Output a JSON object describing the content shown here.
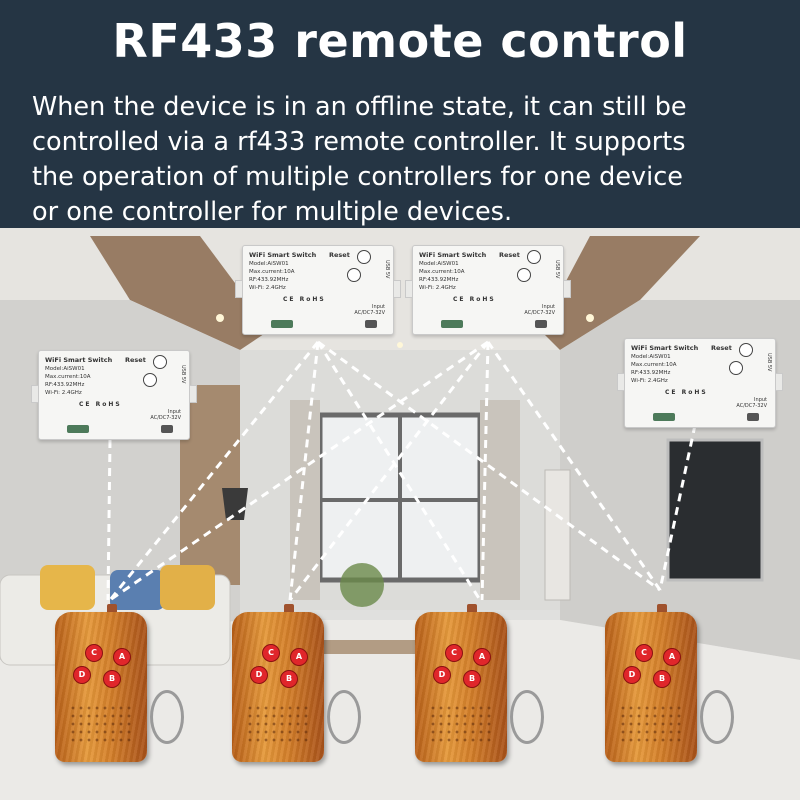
{
  "header": {
    "title": "RF433 remote control",
    "lines": [
      "When the device is in an offline state, it can still be",
      "controlled via a rf433 remote controller. It supports",
      "the operation of multiple controllers for one device",
      "or one controller for multiple devices."
    ]
  },
  "switch_label": {
    "header": "WiFi Smart Switch",
    "reset": "Reset",
    "model": "Model:AiSW01",
    "current": "Max.current:10A",
    "rf": "RF:433.92MHz",
    "wifi": "Wi-Fi: 2.4GHz",
    "usb": "USB 5V",
    "marks": "CE RoHS",
    "input_label": "Input",
    "input_value": "AC/DC7-32V"
  },
  "remote_buttons": {
    "c": "C",
    "a": "A",
    "d": "D",
    "b": "B"
  },
  "colors": {
    "header_bg": "#253544",
    "header_text": "#ffffff",
    "remote_wood": "#d5802a",
    "remote_button": "#e0262b",
    "signal_line": "#ffffff"
  }
}
